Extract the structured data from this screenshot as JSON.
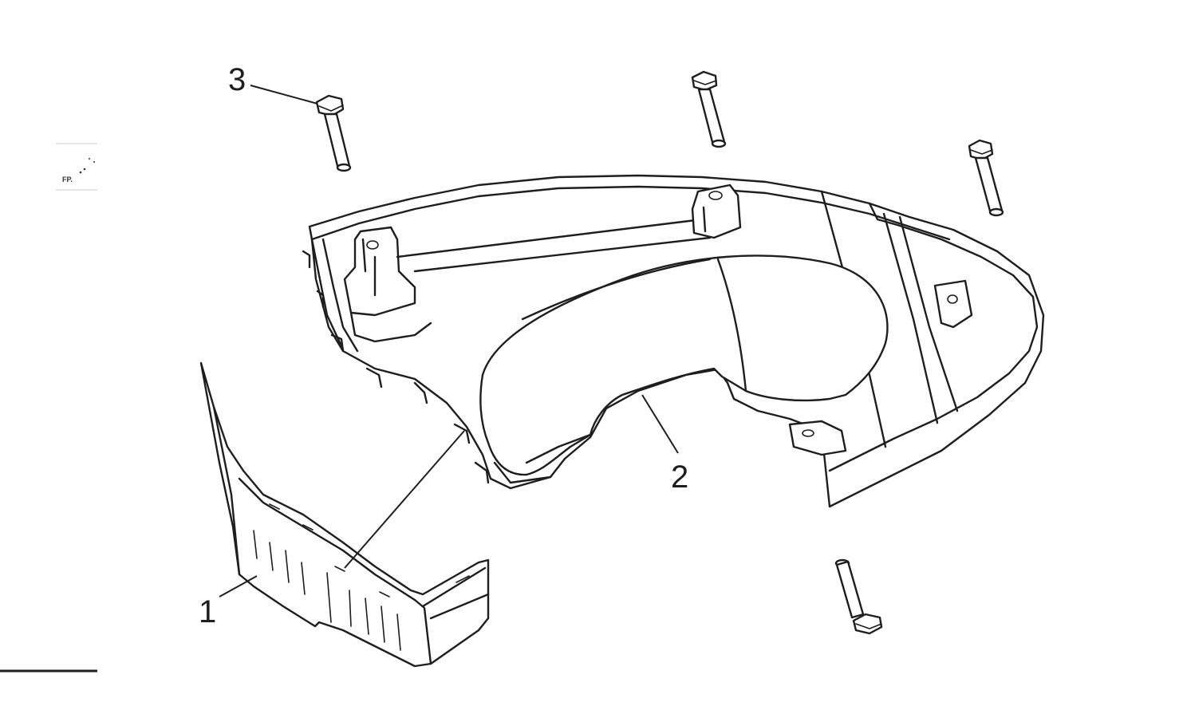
{
  "diagram": {
    "callouts": [
      {
        "id": "1",
        "label": "1"
      },
      {
        "id": "2",
        "label": "2"
      },
      {
        "id": "3",
        "label": "3"
      }
    ],
    "margin_mark": "FP."
  },
  "colors": {
    "line": "#1e1e1e",
    "background": "#ffffff"
  }
}
